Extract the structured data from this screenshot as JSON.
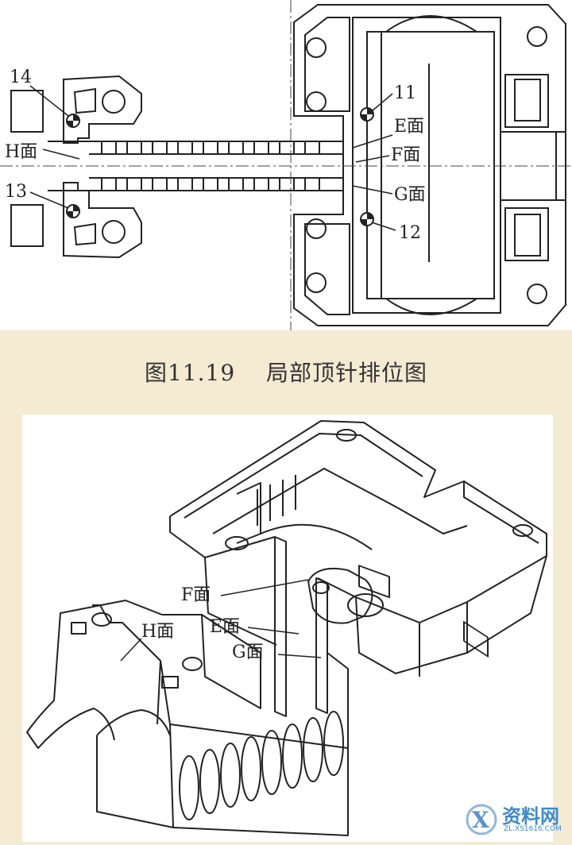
{
  "top_figure": {
    "labels": {
      "n14": "14",
      "n13": "13",
      "n11": "11",
      "n12": "12",
      "h_face": "H面",
      "e_face": "E面",
      "f_face": "F面",
      "g_face": "G面"
    }
  },
  "caption": "图11.19　 局部顶针排位图",
  "bottom_figure": {
    "labels": {
      "f_face": "F面",
      "e_face": "E面",
      "g_face": "G面",
      "h_face": "H面"
    }
  },
  "watermark": {
    "title": "资料网",
    "url": "ZL.XS1616.COM"
  },
  "colors": {
    "page_background": "#f5ead2",
    "figure_background": "#ffffff",
    "line": "#222222",
    "watermark": "#3d8ad0"
  }
}
